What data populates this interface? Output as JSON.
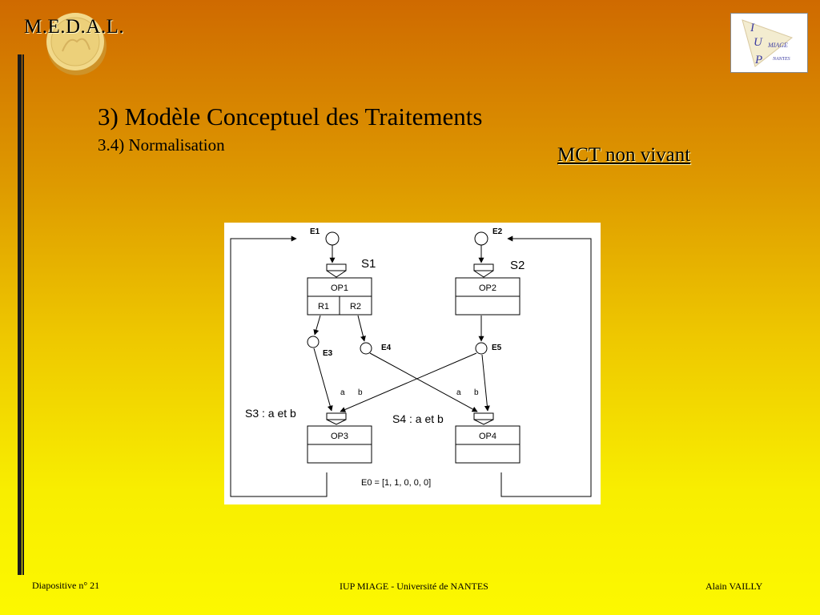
{
  "header": {
    "brand": "M.E.D.A.L.",
    "logo_text": [
      "I",
      "U",
      "P",
      "MIAGE",
      "NANTES"
    ]
  },
  "slide": {
    "title": "3) Modèle Conceptuel des Traitements",
    "subtitle": "3.4) Normalisation",
    "mct_label": "MCT non vivant"
  },
  "diagram": {
    "events": {
      "e1": "E1",
      "e2": "E2",
      "e3": "E3",
      "e4": "E4",
      "e5": "E5"
    },
    "syncs": {
      "s1": "S1",
      "s2": "S2",
      "s3": "S3 : a et b",
      "s4": "S4 : a et b"
    },
    "ops": {
      "op1": "OP1",
      "op2": "OP2",
      "op3": "OP3",
      "op4": "OP4"
    },
    "results": {
      "r1": "R1",
      "r2": "R2"
    },
    "inputs": {
      "a": "a",
      "b": "b"
    },
    "initial_state": "E0 = [1, 1, 0, 0, 0]"
  },
  "footer": {
    "slide_number": "Diapositive n° 21",
    "institution": "IUP MIAGE - Université de NANTES",
    "author": "Alain VAILLY"
  },
  "colors": {
    "background_top": "#cf6a00",
    "background_bottom": "#fcf800",
    "line": "#000000"
  }
}
